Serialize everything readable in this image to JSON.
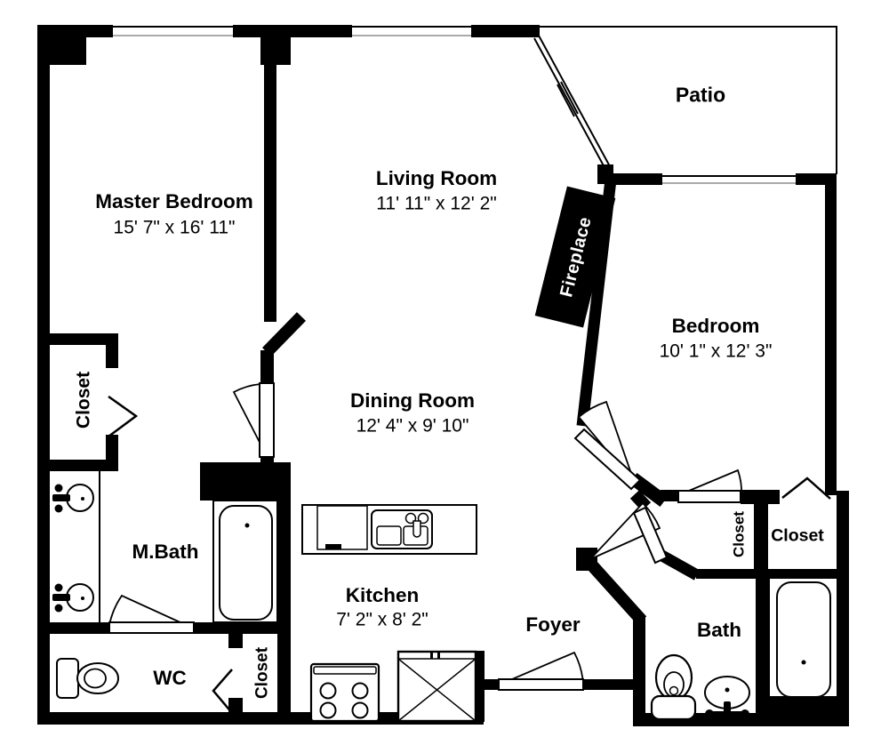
{
  "colors": {
    "wall": "#000000",
    "floor": "#ffffff",
    "fireplace_fill": "#000000",
    "fireplace_text": "#ffffff"
  },
  "rooms": {
    "master_bedroom": {
      "name": "Master Bedroom",
      "dims": "15' 7\" x 16' 11\""
    },
    "living_room": {
      "name": "Living Room",
      "dims": "11' 11\" x 12' 2\""
    },
    "patio": {
      "name": "Patio"
    },
    "bedroom": {
      "name": "Bedroom",
      "dims": "10' 1\" x 12' 3\""
    },
    "dining_room": {
      "name": "Dining Room",
      "dims": "12' 4\" x 9' 10\""
    },
    "kitchen": {
      "name": "Kitchen",
      "dims": "7' 2\" x 8' 2\""
    },
    "master_bath": {
      "name": "M.Bath"
    },
    "foyer": {
      "name": "Foyer"
    },
    "bath": {
      "name": "Bath"
    },
    "wc": {
      "name": "WC"
    }
  },
  "features": {
    "fireplace": {
      "name": "Fireplace"
    },
    "closet_master": {
      "name": "Closet"
    },
    "closet_wc": {
      "name": "Closet"
    },
    "closet_hall": {
      "name": "Closet"
    },
    "closet_bedroom": {
      "name": "Closet"
    }
  },
  "fixtures": [
    "bathtub",
    "toilet",
    "vanity-sink",
    "kitchen-sink",
    "dishwasher",
    "range",
    "refrigerator",
    "door-swing",
    "bifold-door",
    "window",
    "sliding-patio-door"
  ]
}
